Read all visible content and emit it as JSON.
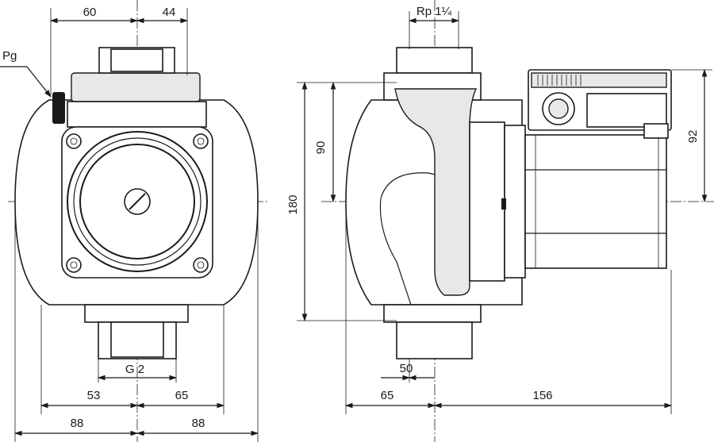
{
  "front_view": {
    "dim_top_left": "60",
    "dim_top_right": "44",
    "label_pg": "Pg",
    "label_thread": "G 2",
    "dim_bottom_left_inner": "53",
    "dim_bottom_right_inner": "65",
    "dim_bottom_left_outer": "88",
    "dim_bottom_right_outer": "88"
  },
  "side_view": {
    "label_connection": "Rp 1¼",
    "dim_height_upper": "90",
    "dim_height_total": "180",
    "dim_motor_height": "92",
    "dim_small_width": "50",
    "dim_left_depth": "65",
    "dim_motor_length": "156"
  },
  "colors": {
    "line": "#1a1a1a",
    "background": "#ffffff",
    "fill": "#e8e8e8"
  }
}
